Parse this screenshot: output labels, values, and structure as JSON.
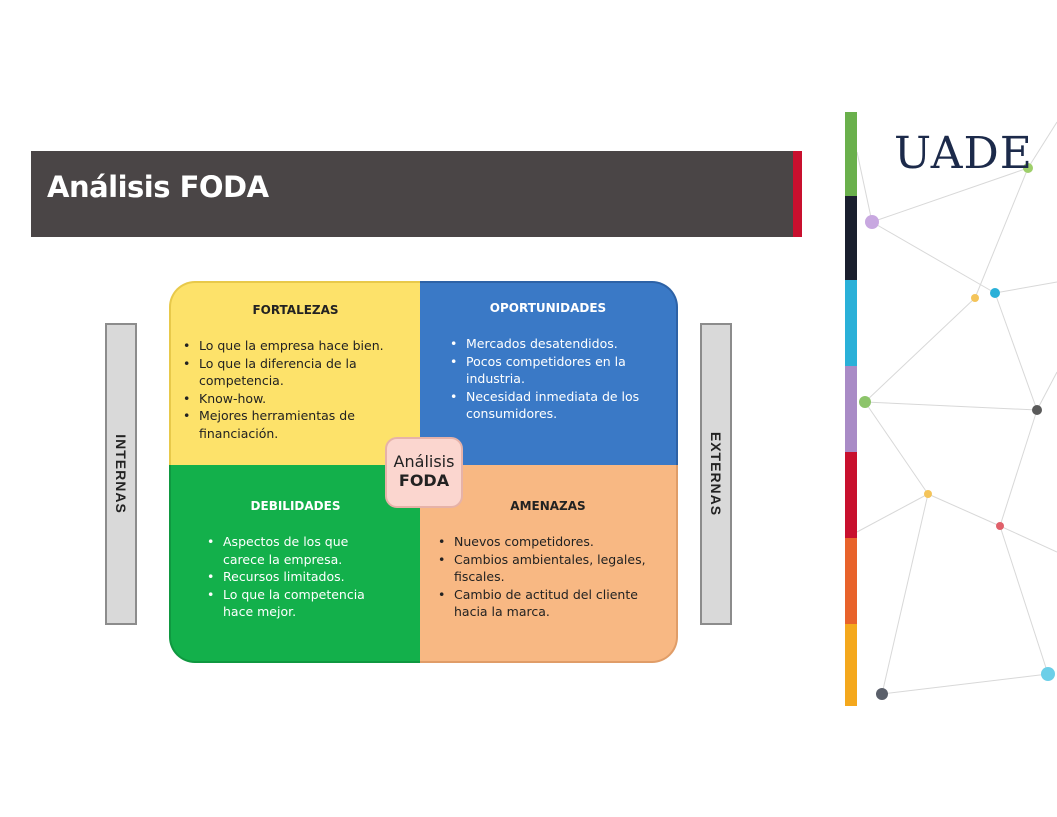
{
  "title": "Análisis FODA",
  "side_labels": {
    "left": "INTERNAS",
    "right": "EXTERNAS"
  },
  "center": {
    "line1": "Análisis",
    "line2": "FODA"
  },
  "quadrants": {
    "fortalezas": {
      "heading": "FORTALEZAS",
      "items": [
        "Lo que la empresa hace bien.",
        "Lo que la diferencia de la competencia.",
        "Know-how.",
        "Mejores herramientas de financiación."
      ]
    },
    "oportunidades": {
      "heading": "OPORTUNIDADES",
      "items": [
        "Mercados desatendidos.",
        "Pocos competidores en la industria.",
        "Necesidad inmediata de los consumidores."
      ]
    },
    "debilidades": {
      "heading": "DEBILIDADES",
      "items": [
        "Aspectos de los que carece la empresa.",
        "Recursos limitados.",
        "Lo que la competencia hace mejor."
      ]
    },
    "amenazas": {
      "heading": "AMENAZAS",
      "items": [
        "Nuevos competidores.",
        "Cambios ambientales, legales, fiscales.",
        "Cambio de actitud del cliente hacia la marca."
      ]
    }
  },
  "brand": {
    "logo_text": "UADE"
  },
  "colors": {
    "title_bar": "#4a4546",
    "title_accent": "#c8102e",
    "fortalezas": "#fde26a",
    "oportunidades": "#3a79c6",
    "debilidades": "#13b04b",
    "amenazas": "#f8b883",
    "stripe": [
      "#6ab04c",
      "#1a1f2e",
      "#2ab0d8",
      "#a98bc6",
      "#c8102e",
      "#e8632b",
      "#f4a81d"
    ]
  }
}
